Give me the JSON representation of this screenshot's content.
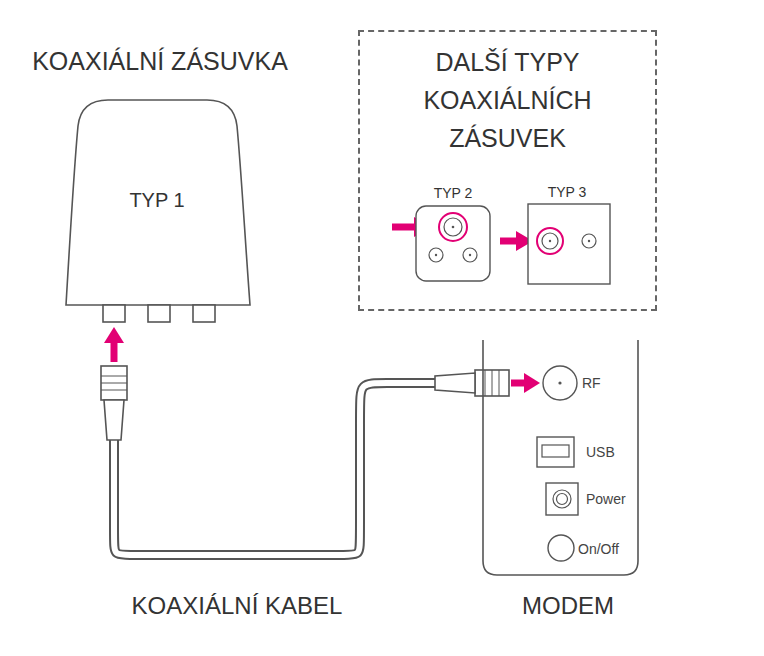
{
  "diagram": {
    "nodes": [
      {
        "text": [
          "KOAXIÁLNÍ ZÁSUVKA",
          "TYP 1"
        ]
      },
      {
        "text": [
          "DALŠÍ TYPY KOAXIÁLNÍCH ZÁSUVEK"
        ]
      },
      {
        "text": [
          "TYP 2"
        ],
        "in": 1
      },
      {
        "text": [
          "TYP 3"
        ],
        "in": 1
      },
      {
        "text": [
          "MODEM"
        ]
      }
    ],
    "edges": [
      {
        "from": 0,
        "to": 4,
        "arrow": "both",
        "label": "KOAXIÁLNÍ KABEL"
      }
    ],
    "labels": [
      "RF",
      "USB",
      "Power",
      "On/Off"
    ]
  }
}
